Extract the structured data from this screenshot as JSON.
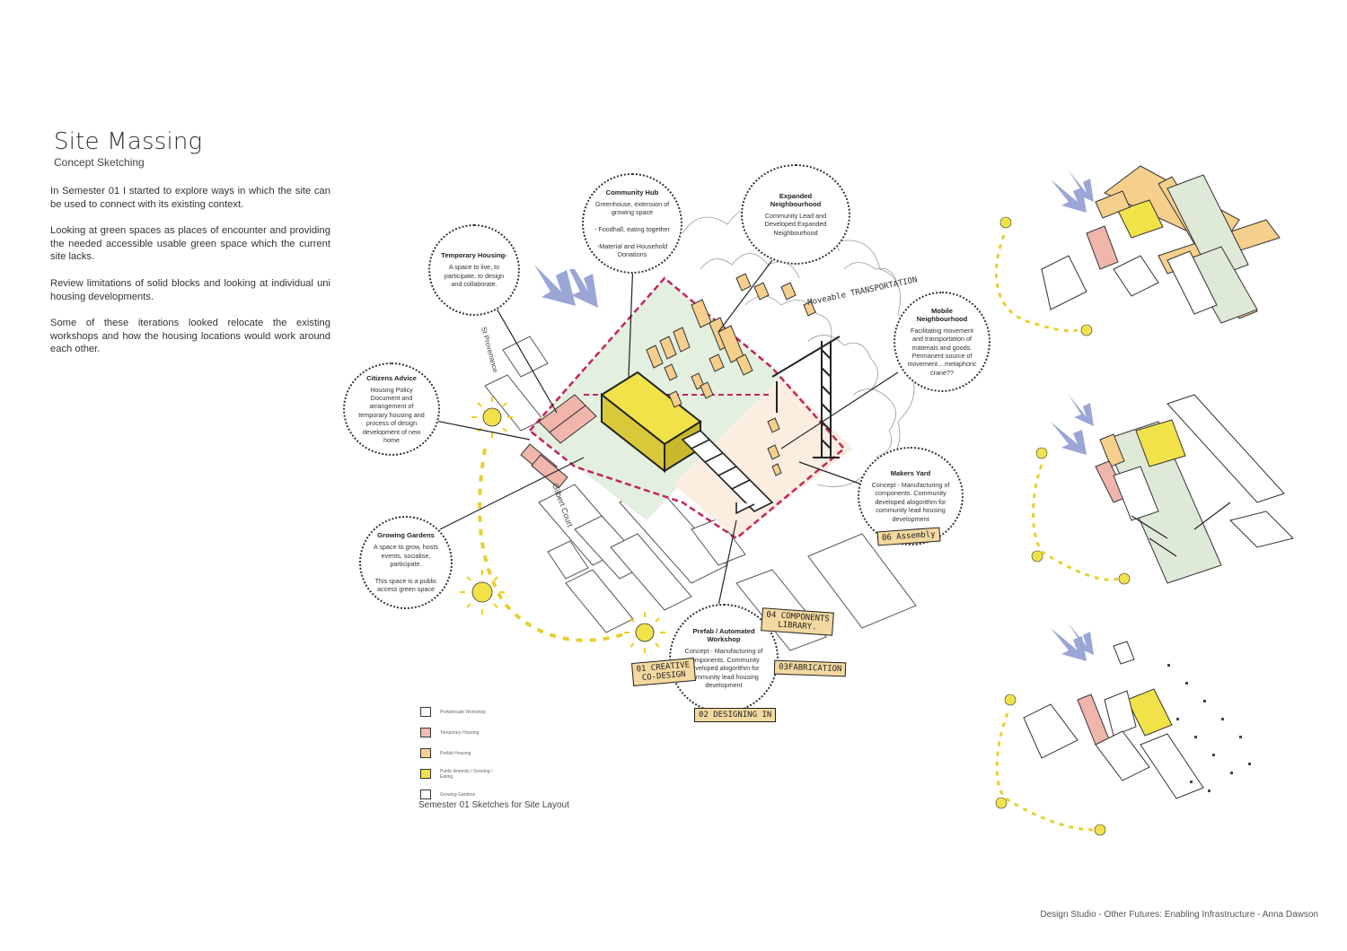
{
  "header": {
    "title": "Site Massing",
    "subtitle": "Concept Sketching"
  },
  "intro": [
    "In Semester 01 I started to explore ways in which the site can be used to connect with its existing context.",
    "Looking at green spaces as places of encounter and providing the needed accessible usable green space which the current site lacks.",
    "Review limitations of solid blocks and looking at individual uni housing developments.",
    "Some of these iterations looked relocate the existing workshops and how the housing locations would work around each other."
  ],
  "bubbles": {
    "community_hub": {
      "title": "Community Hub",
      "body": "Greenhouse, extension of growing space\n\n- Foodhall, eating together\n\n-Material and Household Donations"
    },
    "expanded": {
      "title": "Expanded Neighbourhood",
      "body": "Community Lead and Developed Expanded Neighbourhood"
    },
    "temporary": {
      "title": "Temporary Housing-",
      "body": "A space to live, to participate, to design and collaborate."
    },
    "mobile": {
      "title": "Mobile Neighbourhood",
      "body": "Facilitating movement and transportation of materials and goods. Permanent source of movement... metaphoric crane??"
    },
    "citizens": {
      "title": "Citizens Advice",
      "body": "Housing Policy Document and arrangement of temporary housing and process of design development of new home"
    },
    "makers": {
      "title": "Makers Yard",
      "body": "Concept - Manufacturing of components. Community developed alogorithm for community lead housing development"
    },
    "growing": {
      "title": "Growing Gardens",
      "body": "A space to grow, hosts events, socialise, participate.\n\nThis space is a public access green space"
    },
    "prefab": {
      "title": "Prefab / Automated Workshop",
      "body": "Concept - Manufacturing of components. Community developed alogorithm for community lead housing development"
    }
  },
  "tags": {
    "assembly": "06 Assembly",
    "components": "04 COMPONENTS\nLIBRARY.",
    "creative": "01 CREATIVE\nCO-DESIGN",
    "fabrication": "03FABRICATION",
    "designing": "02 DESIGNING IN"
  },
  "annotations": {
    "moveable": "Moveable\nTRANSPORTATION",
    "street": "Gilbert Court",
    "provenance": "St Provenance"
  },
  "legend": [
    {
      "label": "Prefabricate Workshop",
      "color": "#ffffff"
    },
    {
      "label": "Temporary Housing",
      "color": "#f2bcb3"
    },
    {
      "label": "Prefab Housing",
      "color": "#f6d08f"
    },
    {
      "label": "Public Amenity / Growing / Eating",
      "color": "#f4e04d"
    },
    {
      "label": "Growing Gardens",
      "color": "#ffffff"
    }
  ],
  "caption": "Semester 01 Sketches for Site Layout",
  "footer": "Design Studio - Other Futures: Enabling Infrastructure - Anna Dawson",
  "colors": {
    "yellow": "#f2e24a",
    "peach": "#f6cf8c",
    "pink": "#e89a90",
    "green": "#dfeedd",
    "blue": "#9aa6d6",
    "magenta": "#c4245a"
  }
}
